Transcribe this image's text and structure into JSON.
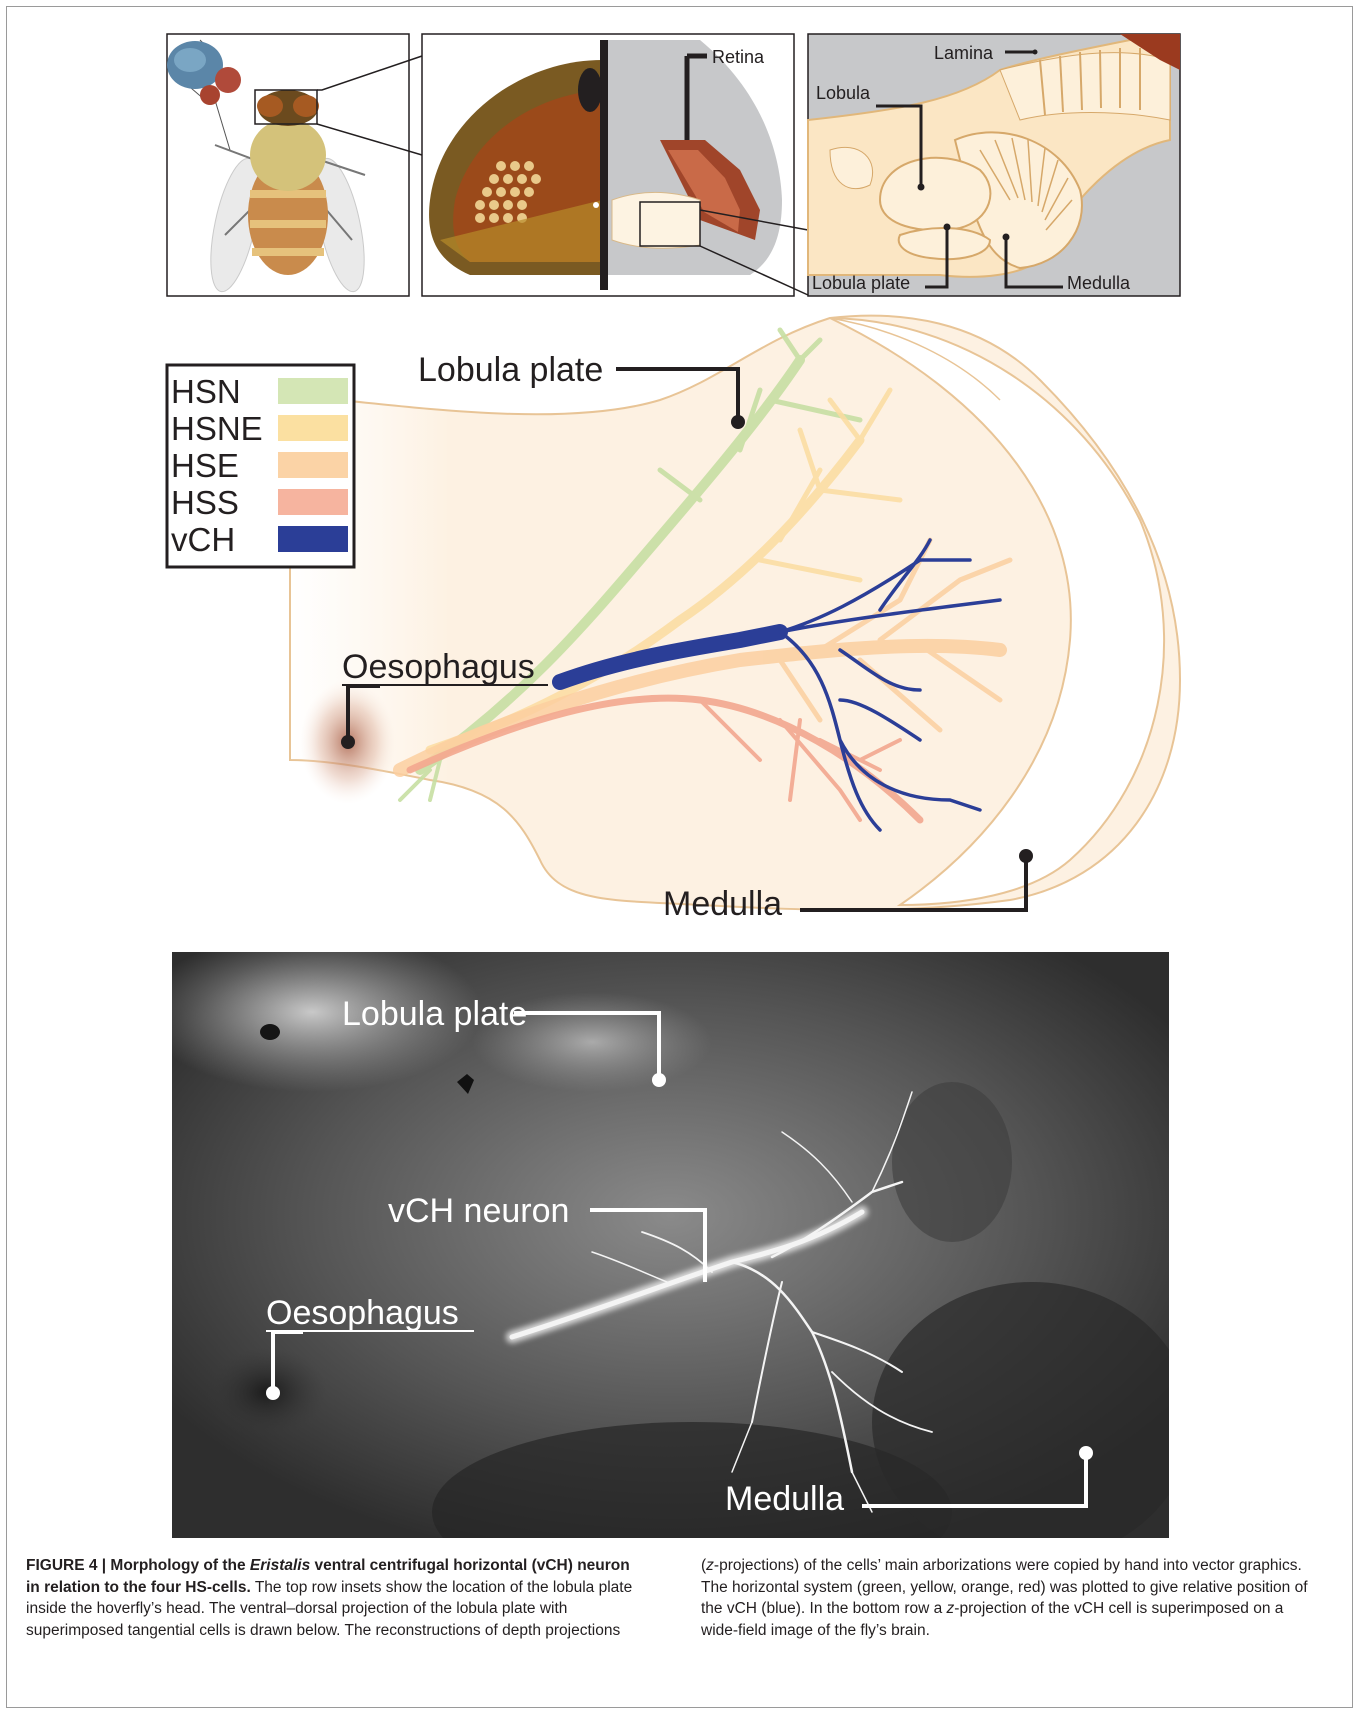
{
  "figure": {
    "insets": {
      "middle_label": "Retina",
      "right_labels": {
        "lamina": "Lamina",
        "lobula": "Lobula",
        "lobula_plate": "Lobula plate",
        "medulla": "Medulla"
      }
    },
    "schematic": {
      "labels": {
        "lobula_plate": "Lobula plate",
        "oesophagus": "Oesophagus",
        "medulla": "Medulla"
      },
      "legend": [
        {
          "label": "HSN",
          "color": "#d4e6b5"
        },
        {
          "label": "HSNE",
          "color": "#fbe0a1"
        },
        {
          "label": "HSE",
          "color": "#fbd3a6"
        },
        {
          "label": "HSS",
          "color": "#f6b49f"
        },
        {
          "label": "vCH",
          "color": "#2b3e97"
        }
      ]
    },
    "micrograph": {
      "labels": {
        "lobula_plate": "Lobula plate",
        "vch_neuron": "vCH neuron",
        "oesophagus": "Oesophagus",
        "medulla": "Medulla"
      }
    }
  },
  "caption": {
    "label": "FIGURE 4 | Morphology of the",
    "italic": "Eristalis",
    "title_rest": "ventral centrifugal horizontal (vCH) neuron in relation to the four HS-cells.",
    "col1": "The top row insets show the location of the lobula plate inside the hoverfly’s head. The ventral–dorsal projection of the lobula plate with superimposed tangential cells is drawn below. The reconstructions of depth projections",
    "col2_z1": "z",
    "col2_a": "-projections) of the cells’ main arborizations were copied by hand into vector graphics. The horizontal system (green, yellow, orange, red) was plotted to give relative position of the vCH (blue). In the bottom row a",
    "col2_z2": "z",
    "col2_b": "-projection of the vCH cell is superimposed on a wide-field image of the fly’s brain.",
    "col2_open": "("
  }
}
